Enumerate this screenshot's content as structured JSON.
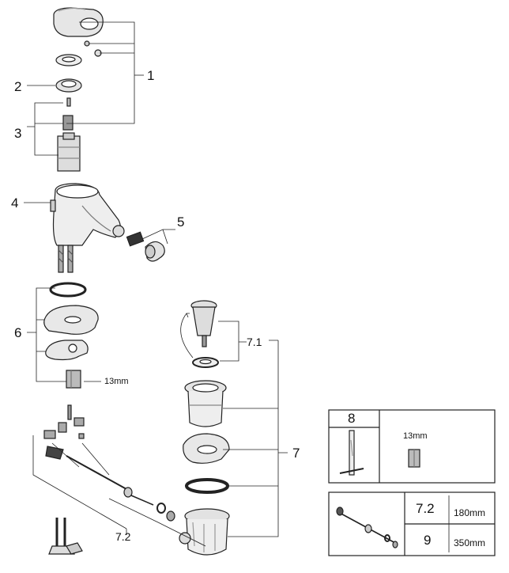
{
  "callouts": {
    "c1": "1",
    "c2": "2",
    "c3": "3",
    "c4": "4",
    "c5": "5",
    "c6": "6",
    "c7": "7",
    "c7_1": "7.1",
    "c7_2": "7.2"
  },
  "sizes": {
    "nut": "13mm",
    "tool": "13mm"
  },
  "tool_box": {
    "number": "8"
  },
  "rod_table": {
    "rows": [
      {
        "item": "7.2",
        "length": "180mm"
      },
      {
        "item": "9",
        "length": "350mm"
      }
    ]
  }
}
